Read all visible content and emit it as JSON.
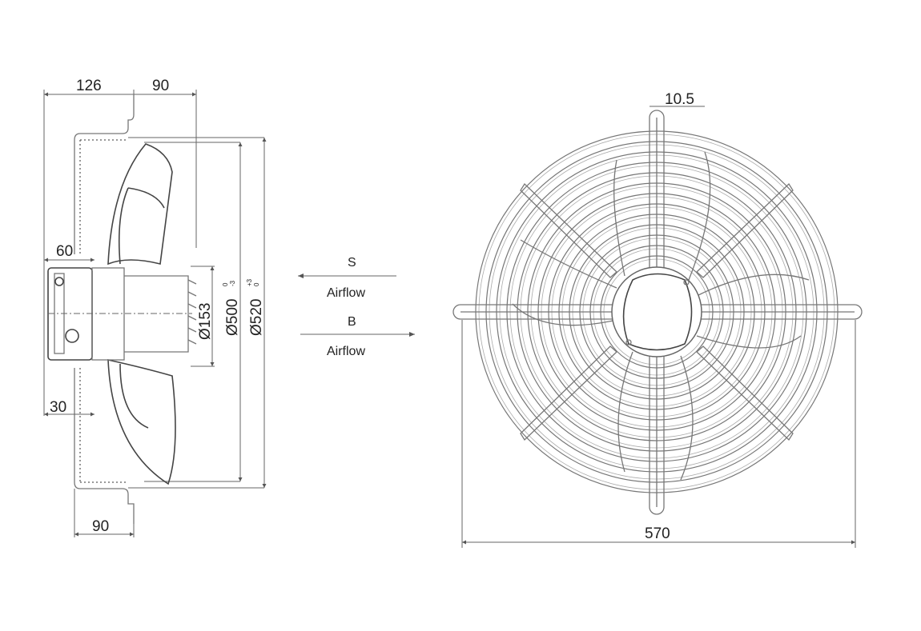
{
  "side_view": {
    "dim_top_left": "126",
    "dim_top_right": "90",
    "dim_motor": "60",
    "dim_flange": "30",
    "dim_bottom": "90",
    "dia_hub": "Ø153",
    "dia_blade": "Ø500",
    "dia_blade_tol_upper": "0",
    "dia_blade_tol_lower": "-3",
    "dia_ring": "Ø520",
    "dia_ring_tol_upper": "+3",
    "dia_ring_tol_lower": "0"
  },
  "airflow": {
    "s_label": "S",
    "s_text": "Airflow",
    "b_label": "B",
    "b_text": "Airflow"
  },
  "front_view": {
    "dim_wire": "10.5",
    "dim_width": "570"
  }
}
